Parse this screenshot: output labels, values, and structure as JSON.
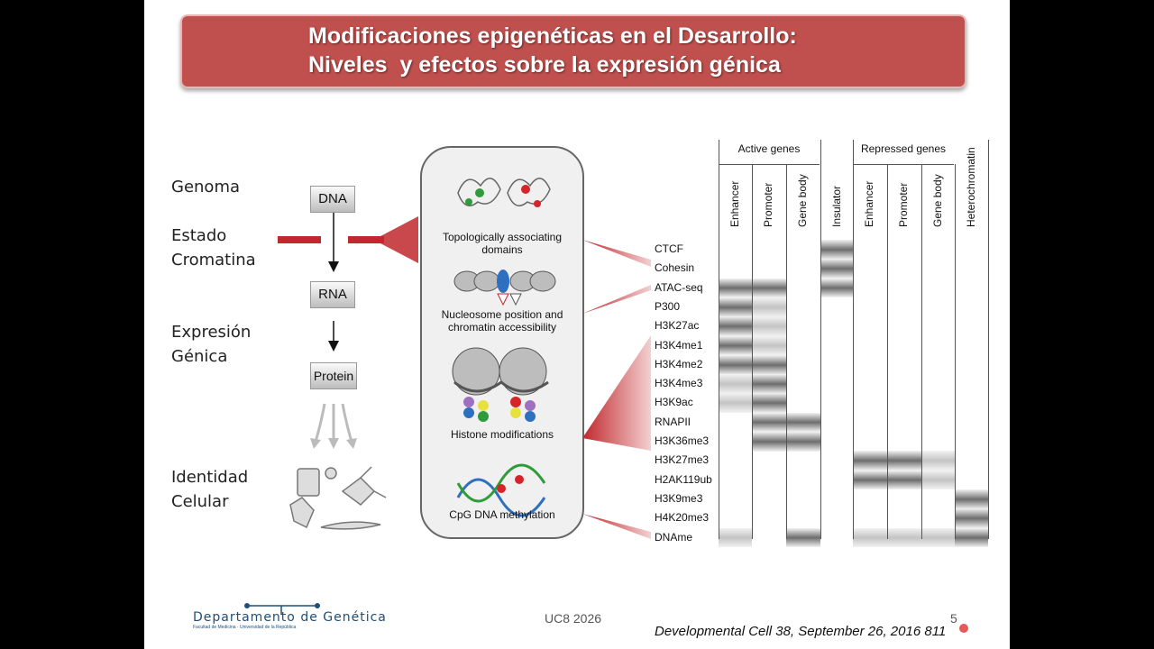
{
  "title": {
    "line1": "Modificaciones epigenéticas en el Desarrollo:",
    "line2": "Niveles  y efectos sobre la expresión génica"
  },
  "left_labels": [
    {
      "text": "Genoma"
    },
    {
      "text": "Estado"
    },
    {
      "text": "Cromatina"
    },
    {
      "text": "Expresión"
    },
    {
      "text": "Génica"
    },
    {
      "text": "Identidad"
    },
    {
      "text": "Celular"
    }
  ],
  "flow_boxes": [
    "DNA",
    "RNA",
    "Protein"
  ],
  "panel_labels": [
    "Topologically associating",
    "domains",
    "Nucleosome position and",
    "chromatin accessibility",
    "Histone modifications",
    "CpG DNA methylation"
  ],
  "group_headers": [
    "Active genes",
    "Repressed genes"
  ],
  "columns": [
    "Enhancer",
    "Promoter",
    "Gene body",
    "Insulator",
    "Enhancer",
    "Promoter",
    "Gene body",
    "Heterochromatin"
  ],
  "marks": [
    "CTCF",
    "Cohesin",
    "ATAC-seq",
    "P300",
    "H3K27ac",
    "H3K4me1",
    "H3K4me2",
    "H3K4me3",
    "H3K9ac",
    "RNAPII",
    "H3K36me3",
    "H3K27me3",
    "H2AK119ub",
    "H3K9me3",
    "H4K20me3",
    "DNAme"
  ],
  "footer": {
    "dept": "Departamento de Genética",
    "dept_sub": "Facultad de Medicina · Universidad de la República",
    "center": "UC8 2026",
    "page": "5",
    "citation": "Developmental Cell 38, September 26, 2016 811"
  },
  "colors": {
    "title_bg": "#c0504d",
    "accent_red": "#c0282d",
    "dark_signal": "#6d6d6d",
    "light_signal": "#c4c4c4"
  }
}
